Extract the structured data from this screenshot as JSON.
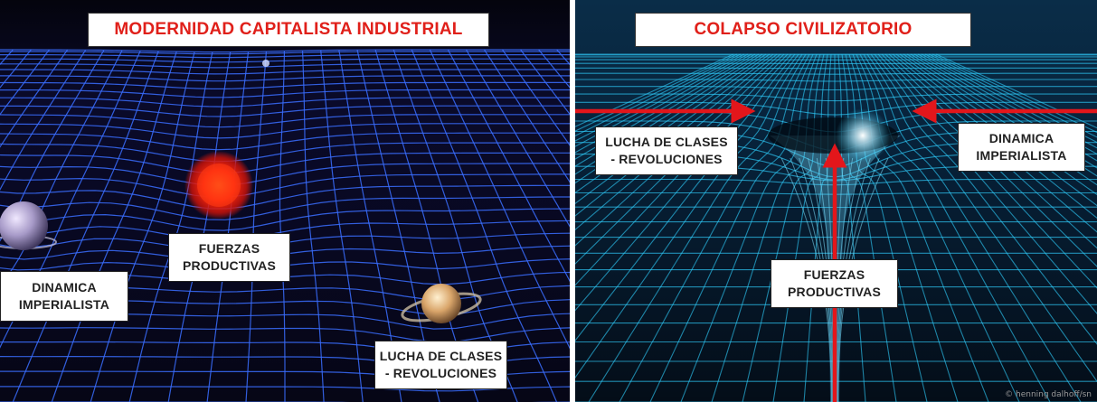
{
  "left": {
    "title": "MODERNIDAD CAPITALISTA INDUSTRIAL",
    "labels": {
      "fuerzas": [
        "FUERZAS",
        "PRODUCTIVAS"
      ],
      "dinamica": [
        "DINAMICA",
        "IMPERIALISTA"
      ],
      "lucha": [
        "LUCHA DE CLASES",
        "- REVOLUCIONES"
      ]
    }
  },
  "right": {
    "title": "COLAPSO CIVILIZATORIO",
    "labels": {
      "lucha": [
        "LUCHA DE CLASES",
        "- REVOLUCIONES"
      ],
      "dinamica": [
        "DINAMICA",
        "IMPERIALISTA"
      ],
      "fuerzas": [
        "FUERZAS",
        "PRODUCTIVAS"
      ]
    },
    "credit": "© henning dalhoff/sn"
  },
  "colors": {
    "title_text": "#e0201a",
    "grid_left": "#3a6dff",
    "grid_right": "#2fd0ff",
    "arrow": "#e3161b",
    "sun": "#ff2a10"
  }
}
